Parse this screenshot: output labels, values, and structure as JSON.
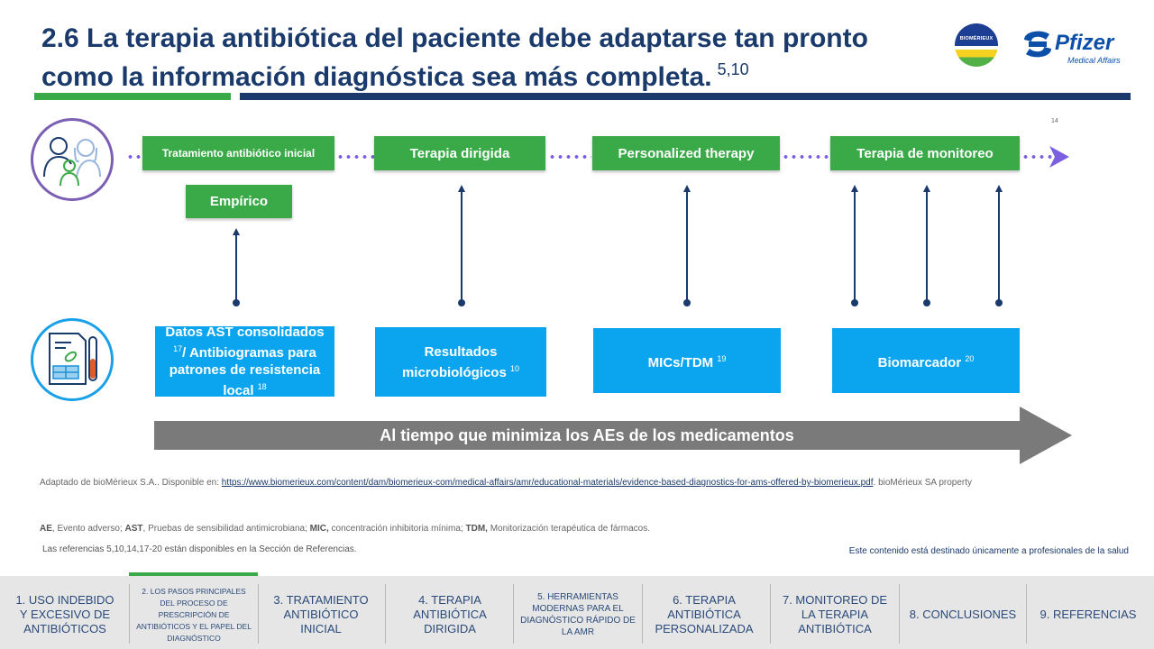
{
  "header": {
    "title": "2.6 La terapia antibiótica del paciente debe adaptarse tan pronto como la información diagnóstica sea más completa.",
    "title_refs": "5,10",
    "page_number": "14"
  },
  "logos": {
    "biomerieux": "BIOMÉRIEUX",
    "pfizer_word": "Pfizer",
    "pfizer_sub": "Medical Affairs"
  },
  "timeline": {
    "steps": [
      {
        "label": "Tratamiento antibiótico inicial"
      },
      {
        "label": "Terapia dirigida"
      },
      {
        "label": "Personalized therapy"
      },
      {
        "label": "Terapia de monitoreo"
      }
    ],
    "sub_step": "Empírico"
  },
  "data_sources": [
    {
      "text": "Datos AST consolidados",
      "ref1": "17",
      "text2": "/ Antibiogramas para patrones de resistencia local",
      "ref2": "18"
    },
    {
      "text": "Resultados microbiológicos",
      "ref1": "10"
    },
    {
      "text": "MICs/TDM",
      "ref1": "19"
    },
    {
      "text": "Biomarcador",
      "ref1": "20"
    }
  ],
  "arrow_banner": "Al tiempo que minimiza los AEs de los medicamentos",
  "footer": {
    "source_prefix": "Adaptado de bioMérieux S.A.. Disponible en: ",
    "source_link": "https://www.biomerieux.com/content/dam/biomerieux-com/medical-affairs/amr/educational-materials/evidence-based-diagnostics-for-ams-offered-by-biomerieux.pdf",
    "source_suffix": ". bioMérieux SA property",
    "abbr": [
      {
        "term": "AE",
        "def": ", Evento adverso; "
      },
      {
        "term": "AST",
        "def": ", Pruebas de sensibilidad antimicrobiana; "
      },
      {
        "term": "MIC,",
        "def": " concentración inhibitoria mínima;  "
      },
      {
        "term": "TDM,",
        "def": " Monitorización terapéutica de fármacos."
      }
    ],
    "refs": "Las referencias 5,10,14,17-20 están disponibles en la Sección de Referencias.",
    "hcp": "Este contenido está destinado únicamente a profesionales de la salud"
  },
  "nav": [
    "1. USO INDEBIDO Y EXCESIVO DE ANTIBIÓTICOS",
    "2. LOS PASOS PRINCIPALES DEL PROCESO DE PRESCRIPCIÓN DE ANTIBIÓTICOS Y EL PAPEL DEL DIAGNÓSTICO",
    "3. TRATAMIENTO ANTIBIÓTICO INICIAL",
    "4. TERAPIA ANTIBIÓTICA DIRIGIDA",
    "5. HERRAMIENTAS MODERNAS PARA EL DIAGNÓSTICO RÁPIDO DE LA AMR",
    "6. TERAPIA ANTIBIÓTICA PERSONALIZADA",
    "7. MONITOREO DE LA TERAPIA ANTIBIÓTICA",
    "8. CONCLUSIONES",
    "9. REFERENCIAS"
  ],
  "colors": {
    "green": "#3aaa48",
    "navy": "#1a3a6b",
    "blue": "#0aa5ee",
    "purple": "#7b5fe0",
    "gray_arrow": "#7a7a7a"
  }
}
